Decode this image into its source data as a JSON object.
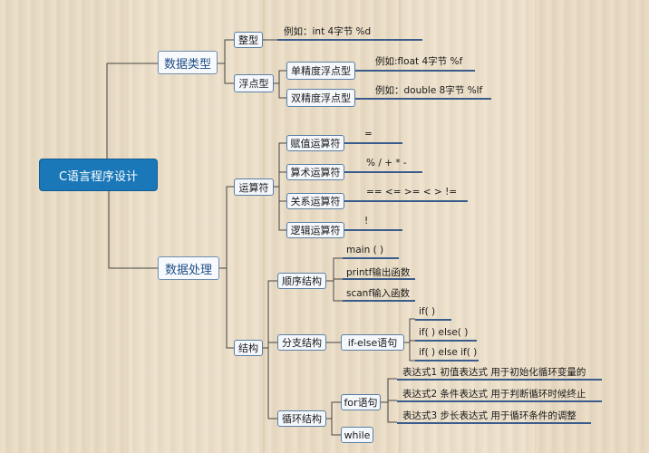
{
  "root": "C语言程序设计",
  "branches": {
    "data_types": {
      "label": "数据类型",
      "integer": {
        "label": "整型",
        "example": "例如：int  4字节  %d"
      },
      "float": {
        "label": "浮点型",
        "single": {
          "label": "单精度浮点型",
          "example": "例如:float  4字节  %f"
        },
        "double": {
          "label": "双精度浮点型",
          "example": "例如：double  8字节  %lf"
        }
      }
    },
    "data_processing": {
      "label": "数据处理",
      "operators": {
        "label": "运算符",
        "assign": {
          "label": "赋值运算符",
          "symbols": "="
        },
        "arith": {
          "label": "算术运算符",
          "symbols": "%  /  +  *  -"
        },
        "relational": {
          "label": "关系运算符",
          "symbols": "==  <=  >=  <  >  !="
        },
        "logical": {
          "label": "逻辑运算符",
          "symbols": "!"
        }
      },
      "structures": {
        "label": "结构",
        "sequence": {
          "label": "顺序结构",
          "items": [
            "main ( )",
            "printf输出函数",
            "scanf输入函数"
          ]
        },
        "branch": {
          "label": "分支结构",
          "ifelse": {
            "label": "if-else语句",
            "items": [
              "if( )",
              "if( ) else( )",
              "if( ) else if( )"
            ]
          }
        },
        "loop": {
          "label": "循环结构",
          "for": {
            "label": "for语句",
            "items": [
              "表达式1  初值表达式  用于初始化循环变量的",
              "表达式2  条件表达式  用于判断循环时候终止",
              "表达式3  步长表达式  用于循环条件的调整"
            ]
          },
          "while": {
            "label": "while"
          }
        }
      }
    }
  },
  "colors": {
    "root_fill": "#1a78b8",
    "line": "#3a5c8c",
    "node_border": "#5b7fa6"
  }
}
